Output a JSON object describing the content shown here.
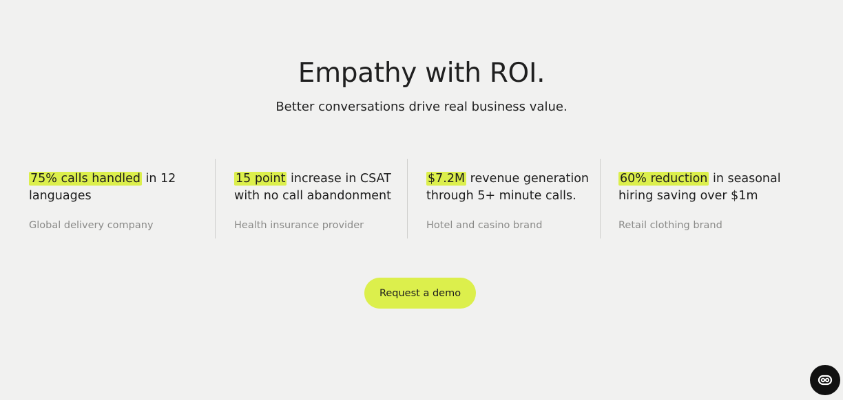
{
  "header": {
    "title": "Empathy with ROI.",
    "subtitle": "Better conversations drive real business value."
  },
  "stats": [
    {
      "highlight": "75% calls handled",
      "text_line1": " in 12",
      "text_line2": "languages",
      "source": "Global delivery company"
    },
    {
      "highlight": "15 point",
      "text_line1": " increase in CSAT",
      "text_line2": "with no call abandonment",
      "source": "Health insurance provider"
    },
    {
      "highlight": "$7.2M",
      "text_line1": " revenue generation",
      "text_line2": "through 5+ minute calls.",
      "source": "Hotel and casino brand"
    },
    {
      "highlight": "60% reduction",
      "text_line1": " in seasonal",
      "text_line2": "hiring saving over $1m",
      "source": "Retail clothing brand"
    }
  ],
  "cta": {
    "label": "Request a demo"
  },
  "chat_widget": {
    "icon": "chat-bubble-icon"
  },
  "colors": {
    "background": "#f1f1f0",
    "accent": "#dcef4c",
    "text": "#1c1c1c",
    "muted": "#8a8a88",
    "chat_button": "#111111"
  }
}
